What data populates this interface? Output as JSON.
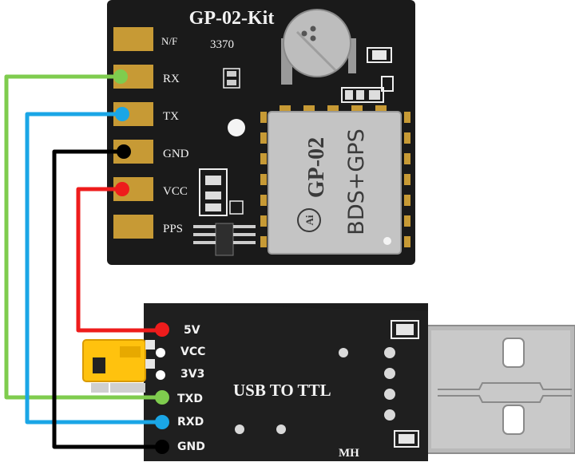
{
  "gps_board": {
    "title": "GP-02-Kit",
    "code": "3370",
    "pins": [
      "N/F",
      "RX",
      "TX",
      "GND",
      "VCC",
      "PPS"
    ],
    "module": {
      "name": "GP-02",
      "subtitle": "BDS+GPS",
      "logo": "Ai"
    }
  },
  "usb_ttl": {
    "title": "USB TO TTL",
    "pins": [
      "5V",
      "VCC",
      "3V3",
      "TXD",
      "RXD",
      "GND"
    ],
    "maker": "MH"
  },
  "wires": [
    {
      "from": "RX",
      "to": "TXD",
      "color": "#7fcc4e"
    },
    {
      "from": "TX",
      "to": "RXD",
      "color": "#1aa6e6"
    },
    {
      "from": "GND",
      "to": "GND",
      "color": "#000000"
    },
    {
      "from": "VCC",
      "to": "5V",
      "color": "#ee1c1c"
    }
  ]
}
